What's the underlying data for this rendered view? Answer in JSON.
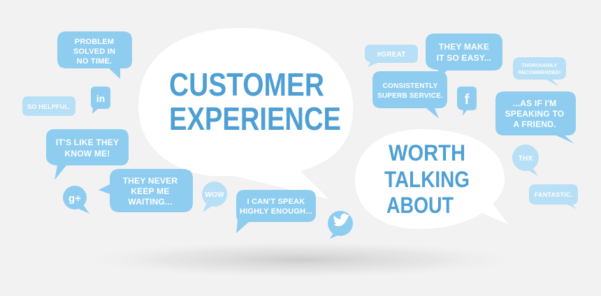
{
  "colors": {
    "background": "#f2f2f2",
    "bubble": "#8ecdf0",
    "bubble_dark": "#7fc2ea",
    "headline": "#4e9fd4",
    "main_bubble": "#ffffff",
    "icon": "#8ecdf0"
  },
  "headline": {
    "line1": "CUSTOMER",
    "line2": "EXPERIENCE"
  },
  "tagline": {
    "line1": "WORTH",
    "line2": "TALKING",
    "line3": "ABOUT"
  },
  "bubbles": {
    "problem_solved": [
      "PROBLEM",
      "SOLVED IN",
      "NO TIME."
    ],
    "so_helpful": [
      "SO HELPFUL."
    ],
    "like_they_know": [
      "IT'S LIKE THEY",
      "KNOW ME!"
    ],
    "never_keep_waiting": [
      "THEY NEVER",
      "KEEP ME",
      "WAITING..."
    ],
    "wow": [
      "WOW"
    ],
    "cant_speak_highly": [
      "I CAN'T SPEAK",
      "HIGHLY ENOUGH..."
    ],
    "great": [
      "#GREAT"
    ],
    "so_easy": [
      "THEY MAKE",
      "IT SO EASY..."
    ],
    "consistently_superb": [
      "CONSISTENTLY",
      "SUPERB SERVICE."
    ],
    "thoroughly_recommended": [
      "THOROUGHLY",
      "RECOMMENDED!"
    ],
    "speaking_to_friend": [
      "...AS IF I'M",
      "SPEAKING TO",
      "A FRIEND."
    ],
    "thx": [
      "THX"
    ],
    "fantastic": [
      "FANTASTIC."
    ]
  },
  "icons": {
    "linkedin": "in",
    "facebook": "f",
    "googleplus": "g+",
    "twitter": "twitter-bird"
  }
}
